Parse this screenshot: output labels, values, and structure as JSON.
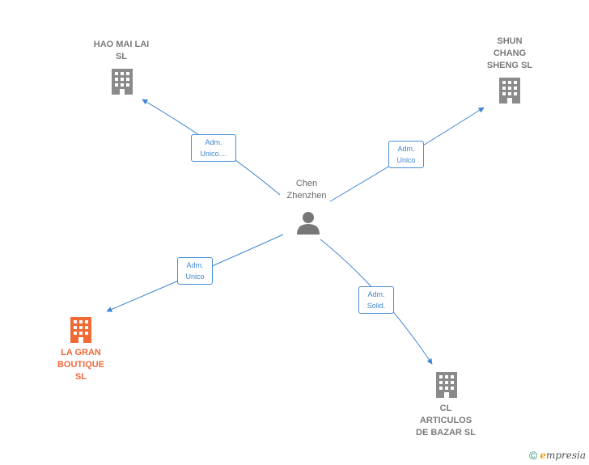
{
  "center": {
    "name": "Chen\nZhenzhen"
  },
  "companies": [
    {
      "id": "hao",
      "name": "HAO MAI LAI\nSL",
      "highlight": false
    },
    {
      "id": "shun",
      "name": "SHUN\nCHANG\nSHENG  SL",
      "highlight": false
    },
    {
      "id": "lagran",
      "name": "LA GRAN\nBOUTIQUE\nSL",
      "highlight": true
    },
    {
      "id": "cl",
      "name": "CL\nARTICULOS\nDE BAZAR  SL",
      "highlight": false
    }
  ],
  "edges": [
    {
      "target": "hao",
      "label": "Adm.\nUnico...."
    },
    {
      "target": "shun",
      "label": "Adm.\nUnico"
    },
    {
      "target": "lagran",
      "label": "Adm.\nUnico"
    },
    {
      "target": "cl",
      "label": "Adm.\nSolid."
    }
  ],
  "colors": {
    "edge": "#3f85d2",
    "building": "#8a8a8a",
    "building_highlight": "#f06a35",
    "person": "#777777"
  },
  "footer": {
    "copyright": "©",
    "brand_initial": "e",
    "brand_rest": "mpresia"
  }
}
